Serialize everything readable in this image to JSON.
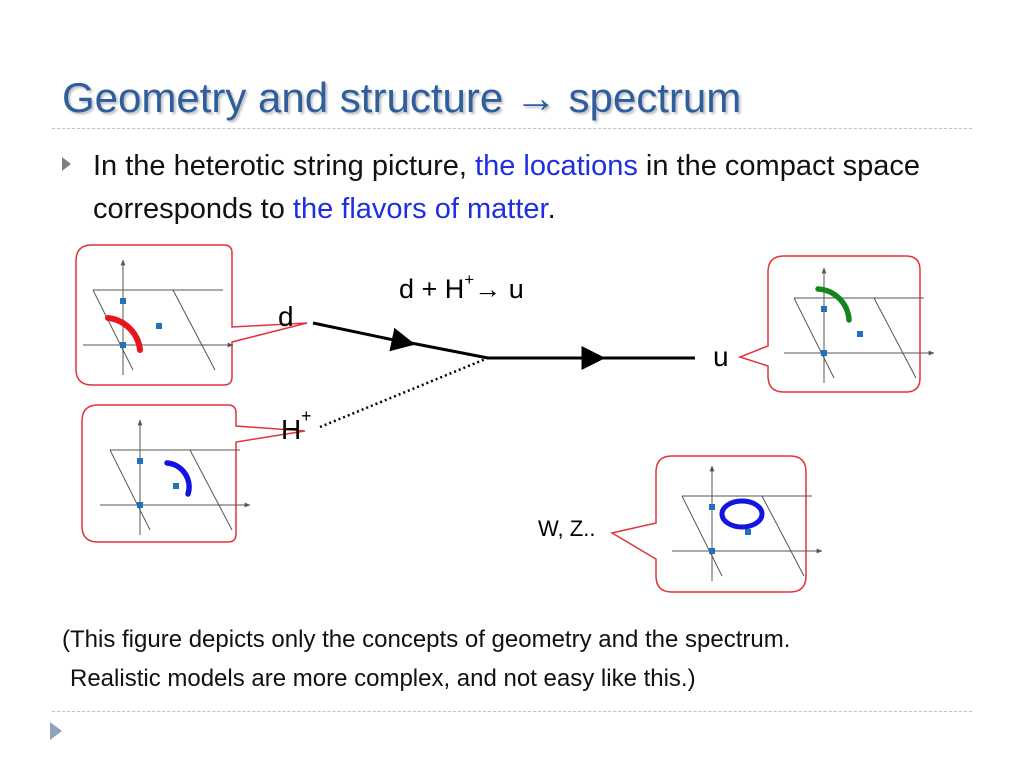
{
  "slide": {
    "title": "Geometry and structure → spectrum",
    "bullet": {
      "part1": "In the heterotic string picture, ",
      "highlight1": "the locations",
      "part2": " in the compact space corresponds to ",
      "highlight2": "the flavors of matter",
      "part3": "."
    },
    "caption_line1": "(This figure depicts only the concepts of geometry and the spectrum.",
    "caption_line2": "Realistic models are more complex, and not easy like this.)"
  },
  "diagram": {
    "reaction": {
      "base": "d + H",
      "sup": "+",
      "arrow": "→ u"
    },
    "labels": {
      "d": "d",
      "u": "u",
      "h": "H",
      "h_sup": "+",
      "wz": "W, Z.."
    },
    "panels": [
      {
        "id": "d-panel",
        "curve": "arc",
        "curve_color": "#e8151b"
      },
      {
        "id": "h-panel",
        "curve": "arc",
        "curve_color": "#1414e0"
      },
      {
        "id": "u-panel",
        "curve": "arc",
        "curve_color": "#13851e"
      },
      {
        "id": "wz-panel",
        "curve": "loop",
        "curve_color": "#1414e0"
      }
    ],
    "colors": {
      "title": "#2E5E9E",
      "highlight": "#1f2fe0",
      "callout_border": "#e0343b",
      "dot": "#1e73be"
    },
    "icons": {
      "bullet": "triangle-right-icon",
      "nav": "triangle-right-icon"
    }
  }
}
